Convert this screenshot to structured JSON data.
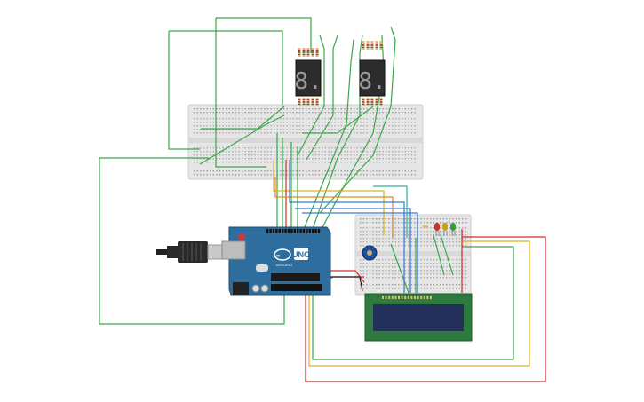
{
  "canvas": {
    "background": "#ffffff"
  },
  "components": {
    "arduino": {
      "logo_text": "UNO",
      "brand": "ARDUINO",
      "board_color": "#2d6e9e"
    },
    "seven_segment": [
      {
        "digit": "8."
      },
      {
        "digit": "8."
      }
    ],
    "lcd": {
      "screen_color": "#23305c",
      "bezel_color": "#2f7a3e"
    },
    "leds": [
      {
        "color": "#cc3322"
      },
      {
        "color": "#c8a020"
      },
      {
        "color": "#3a9a3a"
      }
    ]
  },
  "wire_colors": {
    "green": "#3aa84a",
    "red": "#d42a2a",
    "yellow": "#e0b020",
    "blue": "#3a7ad0",
    "orange": "#e08a20",
    "black": "#222222",
    "teal": "#2ab0a8"
  }
}
